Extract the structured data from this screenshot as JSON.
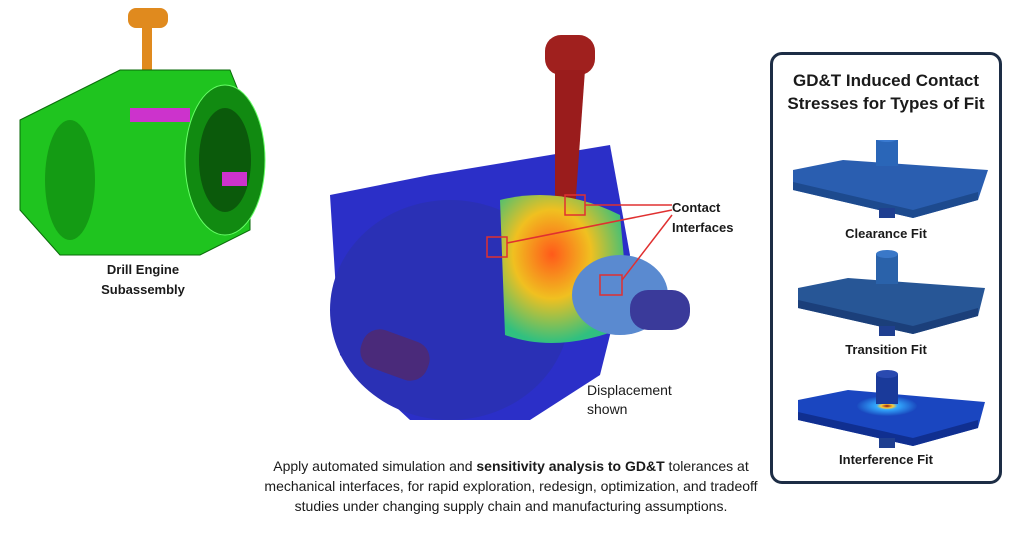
{
  "left_model": {
    "label_line1": "Drill Engine",
    "label_line2": "Subassembly"
  },
  "center_model": {
    "contact_label_line1": "Contact",
    "contact_label_line2": "Interfaces",
    "displacement_line1": "Displacement",
    "displacement_line2": "shown"
  },
  "caption": {
    "part1": "Apply automated simulation and ",
    "bold": "sensitivity analysis to GD&T",
    "part2": " tolerances at mechanical interfaces, for rapid exploration, redesign, optimization, and tradeoff studies under changing supply chain and manufacturing assumptions."
  },
  "panel": {
    "title_line1": "GD&T Induced Contact",
    "title_line2": "Stresses for Types of Fit",
    "fits": [
      {
        "label": "Clearance Fit"
      },
      {
        "label": "Transition Fit"
      },
      {
        "label": "Interference Fit"
      }
    ]
  },
  "colors": {
    "accent": "#e03030",
    "panel_border": "#1d2d45",
    "mesh_green": "#22cc22"
  }
}
